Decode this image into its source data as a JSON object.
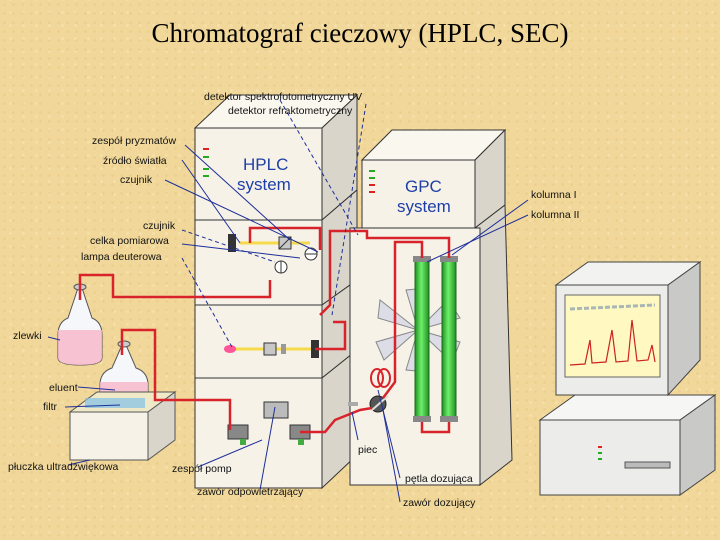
{
  "title": "Chromatograf cieczowy (HPLC, SEC)",
  "colors": {
    "background": "#f1d89a",
    "cabinet": "#f6f2e8",
    "flow_line": "#d8232a",
    "leader_line": "#1e2f9a",
    "column": "#39c93a",
    "monitor_screen": "#fff8c0"
  },
  "units": {
    "hplc": "HPLC\nsystem",
    "gpc": "GPC\nsystem"
  },
  "labels": {
    "detektor_uv": "detektor spektrofotometryczny UV",
    "detektor_rf": "detektor refraktometryczny",
    "zespol_pryzmatow": "zespół pryzmatów",
    "zrodlo_swiatla": "źródło światła",
    "czujnik_top": "czujnik",
    "czujnik_mid": "czujnik",
    "celka": "celka pomiarowa",
    "lampa": "lampa deuterowa",
    "zlewki": "zlewki",
    "eluent": "eluent",
    "filtr": "filtr",
    "pluczka": "płuczka ultradźwiękowa",
    "zespol_pomp": "zespół pomp",
    "zawor_odpow": "zawór odpowietrzający",
    "kolumna1": "kolumna I",
    "kolumna2": "kolumna II",
    "piec": "piec",
    "petla": "pętla dozująca",
    "zawor_doz": "zawór dozujący"
  }
}
